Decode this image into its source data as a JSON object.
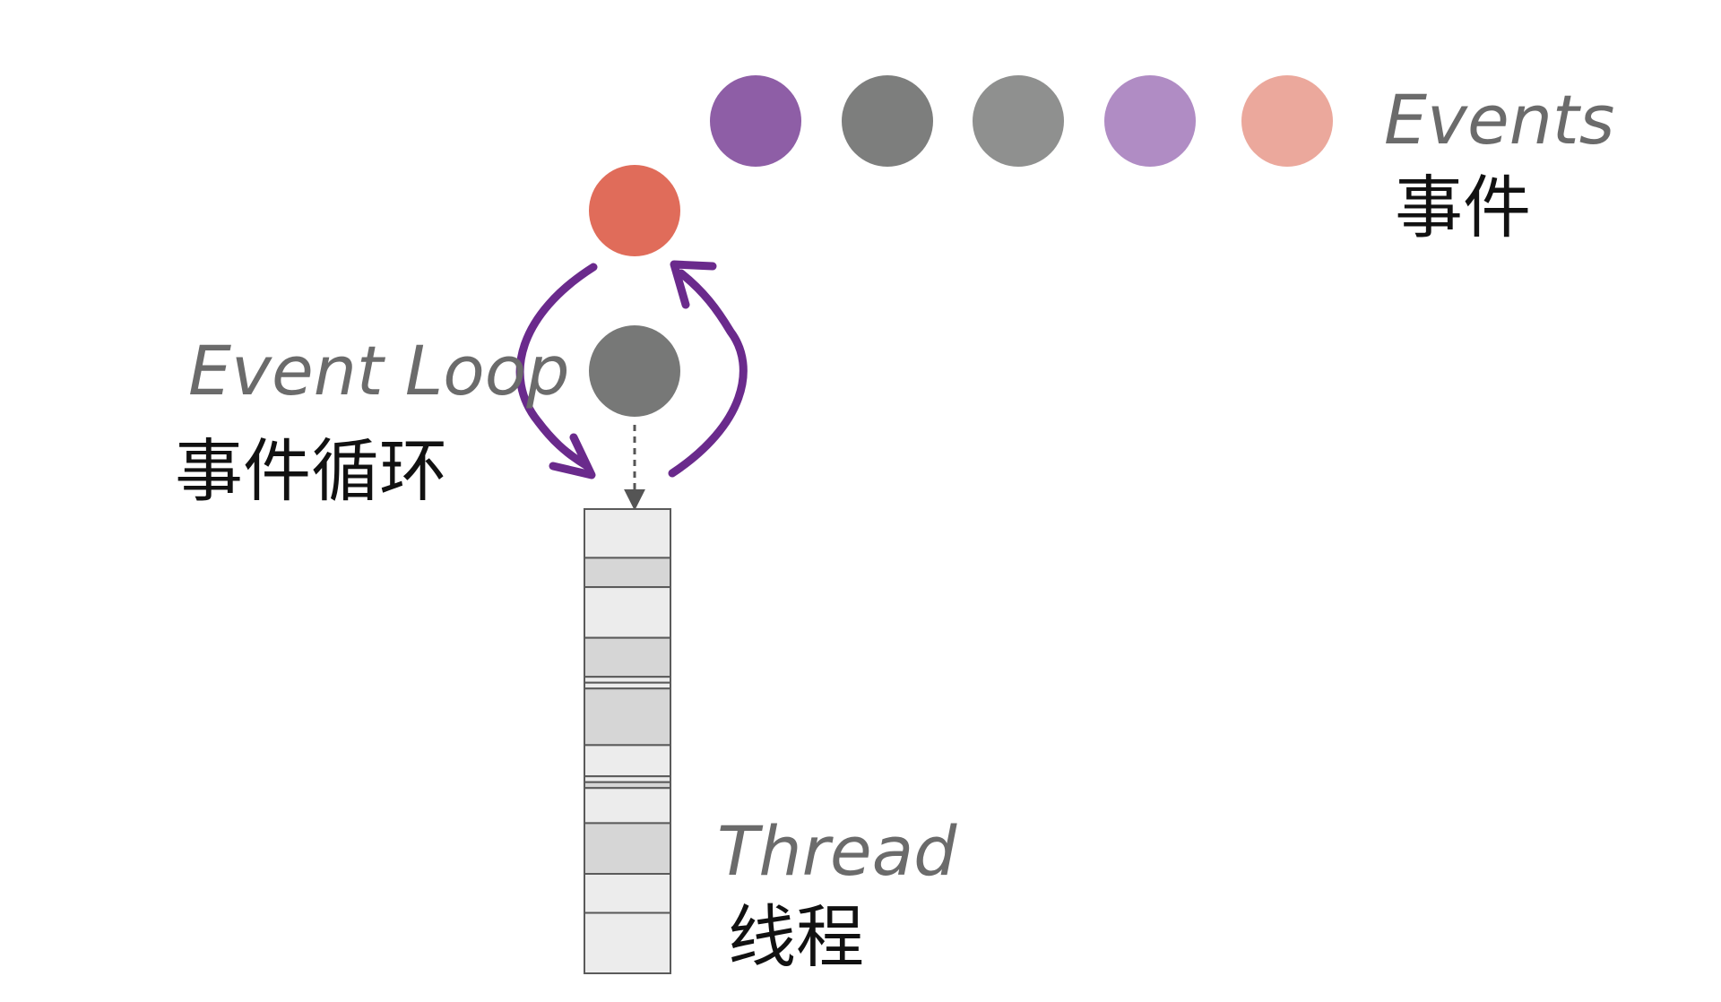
{
  "events_label": {
    "en": "Events",
    "zh": "事件"
  },
  "event_loop_label": {
    "en": "Event Loop",
    "zh": "事件循环"
  },
  "thread_label": {
    "en": "Thread",
    "zh": "线程"
  },
  "colors": {
    "current_event": "#e06c5a",
    "loop_core": "#777877",
    "arrow": "#6a2a8c",
    "queue_events": [
      "#8e5ea6",
      "#7d7e7d",
      "#8f908f",
      "#b08cc4",
      "#eba89c"
    ],
    "thread_block_light": "#ececec",
    "thread_block_dark": "#d6d6d6",
    "thread_border": "#5a5a5a"
  },
  "thread_blocks": [
    "light",
    "dark",
    "light",
    "dark",
    "light",
    "light",
    "dark",
    "light",
    "light",
    "dark",
    "light",
    "dark",
    "light",
    "light"
  ]
}
